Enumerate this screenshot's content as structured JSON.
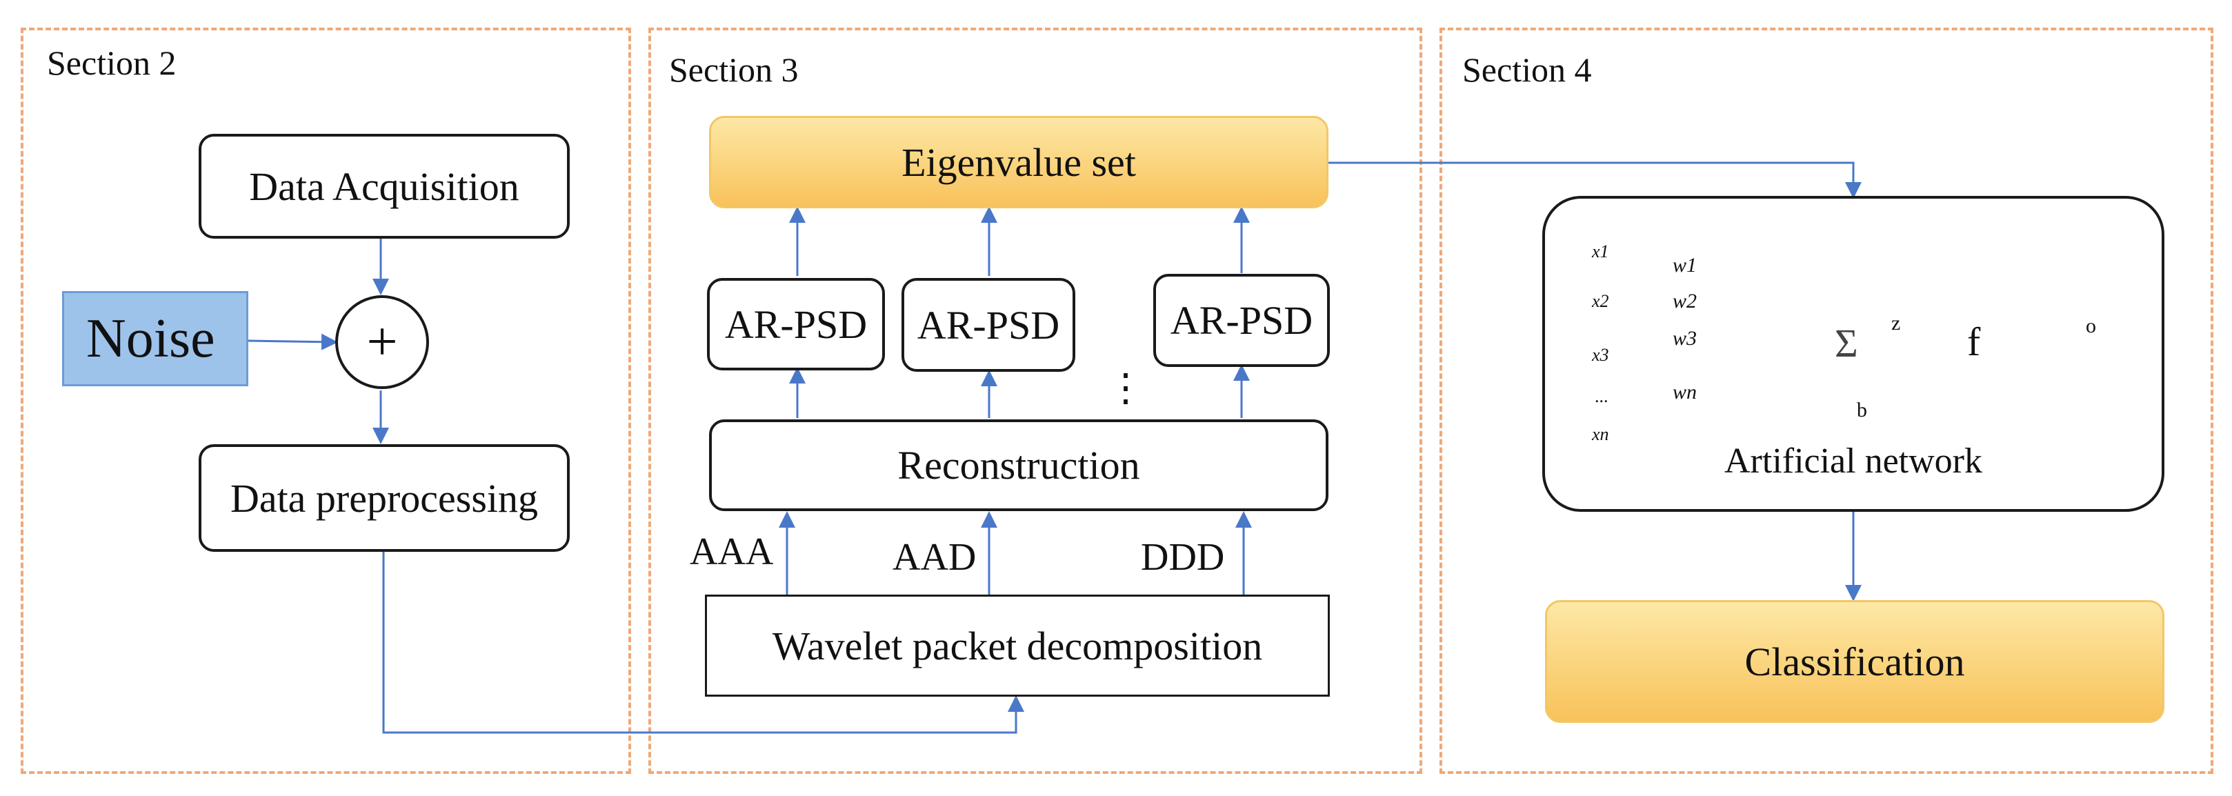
{
  "sections": {
    "s2": "Section 2",
    "s3": "Section 3",
    "s4": "Section 4"
  },
  "section2": {
    "acquisition": "Data Acquisition",
    "noise": "Noise",
    "sum": "+",
    "preprocessing": "Data preprocessing"
  },
  "section3": {
    "eigen": "Eigenvalue set",
    "arpsd": [
      "AR-PSD",
      "AR-PSD",
      "AR-PSD"
    ],
    "dots": "⋮",
    "reconstruction": "Reconstruction",
    "bands": [
      "AAA",
      "AAD",
      "DDD"
    ],
    "wpd": "Wavelet packet decomposition"
  },
  "section4": {
    "network_caption": "Artificial network",
    "inputs": [
      "x1",
      "x2",
      "x3",
      "...",
      "xn"
    ],
    "weights": [
      "w1",
      "w2",
      "w3",
      "wn"
    ],
    "sigma": "Σ",
    "z": "z",
    "f": "f",
    "o": "o",
    "b": "b",
    "classification": "Classification"
  },
  "colors": {
    "dashed_border": "#f0a878",
    "arrow": "#4a78c8",
    "yellow_top": "#fde8a6",
    "yellow_bottom": "#f8c25a",
    "noise_fill": "#9ec3ea"
  }
}
